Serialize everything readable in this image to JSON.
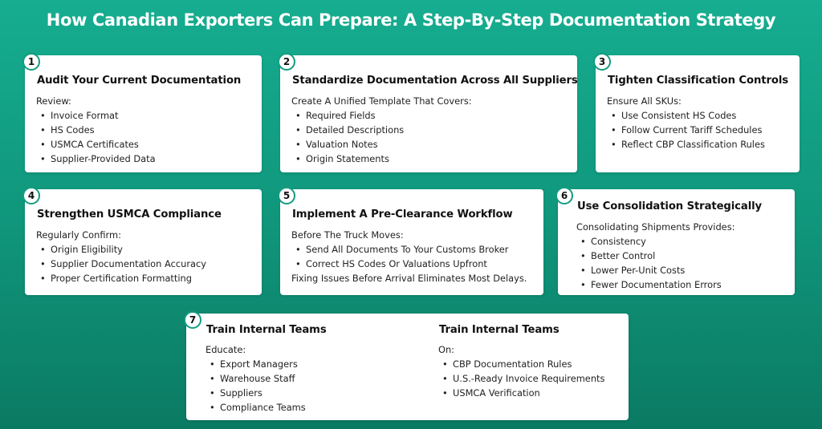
{
  "title": "How Canadian Exporters Can Prepare: A Step-By-Step Documentation Strategy",
  "colors": {
    "background": "#10977c",
    "badge_border": "#139c81",
    "card": "#ffffff"
  },
  "steps": [
    {
      "number": "1",
      "title": "Audit Your Current Documentation",
      "intro": "Review:",
      "items": [
        "Invoice Format",
        "HS Codes",
        "USMCA Certificates",
        "Supplier-Provided Data"
      ]
    },
    {
      "number": "2",
      "title": "Standardize Documentation Across All Suppliers",
      "intro": "Create A Unified Template That Covers:",
      "items": [
        "Required Fields",
        "Detailed Descriptions",
        "Valuation Notes",
        "Origin Statements"
      ]
    },
    {
      "number": "3",
      "title": "Tighten Classification Controls",
      "intro": "Ensure All SKUs:",
      "items": [
        "Use Consistent HS Codes",
        "Follow Current Tariff Schedules",
        "Reflect CBP Classification Rules"
      ]
    },
    {
      "number": "4",
      "title": "Strengthen USMCA Compliance",
      "intro": "Regularly Confirm:",
      "items": [
        "Origin Eligibility",
        "Supplier Documentation Accuracy",
        "Proper Certification Formatting"
      ]
    },
    {
      "number": "5",
      "title": "Implement A Pre-Clearance Workflow",
      "intro": "Before The Truck Moves:",
      "items": [
        "Send All Documents To Your Customs Broker",
        "Correct HS Codes Or Valuations Upfront"
      ],
      "outro": "Fixing Issues Before Arrival Eliminates Most Delays."
    },
    {
      "number": "6",
      "title": "Use Consolidation Strategically",
      "intro": "Consolidating Shipments Provides:",
      "items": [
        "Consistency",
        "Better Control",
        "Lower Per-Unit Costs",
        "Fewer Documentation Errors"
      ]
    },
    {
      "number": "7",
      "left": {
        "title": "Train Internal Teams",
        "intro": "Educate:",
        "items": [
          "Export Managers",
          "Warehouse Staff",
          "Suppliers",
          "Compliance Teams"
        ]
      },
      "right": {
        "title": "Train Internal Teams",
        "intro": "On:",
        "items": [
          "CBP Documentation Rules",
          "U.S.-Ready Invoice Requirements",
          "USMCA Verification"
        ]
      }
    }
  ]
}
